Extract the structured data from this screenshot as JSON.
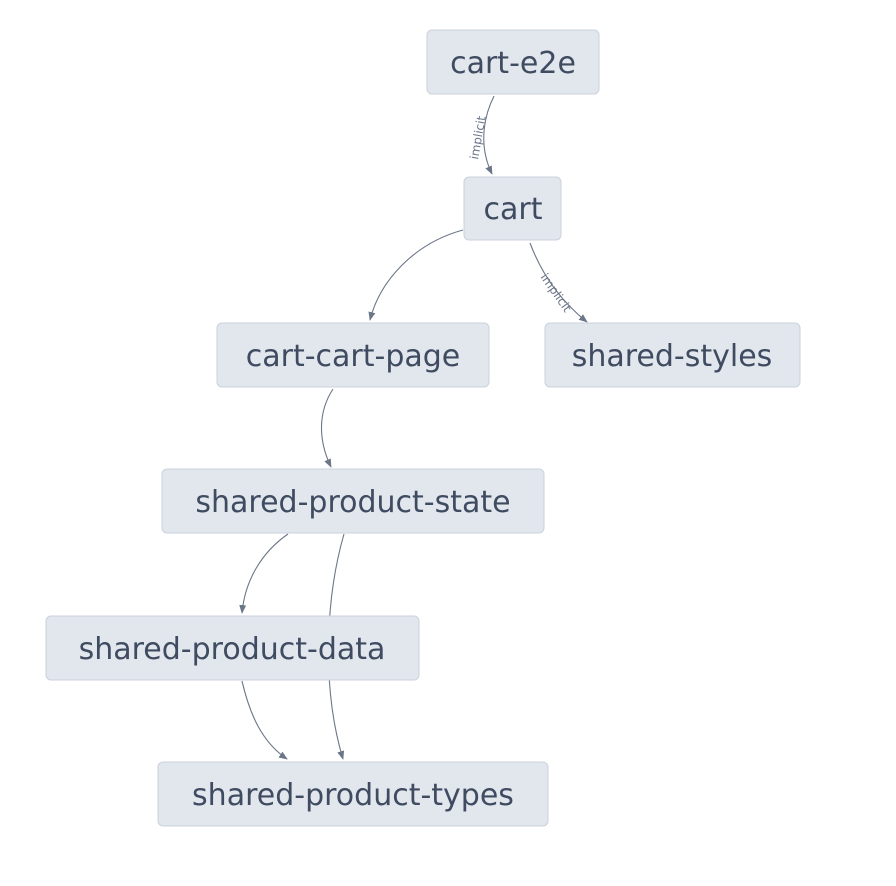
{
  "graph": {
    "nodes": {
      "cart_e2e": "cart-e2e",
      "cart": "cart",
      "cart_cart_page": "cart-cart-page",
      "shared_styles": "shared-styles",
      "shared_product_state": "shared-product-state",
      "shared_product_data": "shared-product-data",
      "shared_product_types": "shared-product-types"
    },
    "edges": [
      {
        "from": "cart-e2e",
        "to": "cart",
        "label": "implicit"
      },
      {
        "from": "cart",
        "to": "cart-cart-page",
        "label": ""
      },
      {
        "from": "cart",
        "to": "shared-styles",
        "label": "implicit"
      },
      {
        "from": "cart-cart-page",
        "to": "shared-product-state",
        "label": ""
      },
      {
        "from": "shared-product-state",
        "to": "shared-product-data",
        "label": ""
      },
      {
        "from": "shared-product-state",
        "to": "shared-product-types",
        "label": ""
      },
      {
        "from": "shared-product-data",
        "to": "shared-product-types",
        "label": ""
      }
    ],
    "colors": {
      "node_fill": "#e2e6ed",
      "node_border": "#cbd2dc",
      "node_text": "#3f4b60",
      "edge": "#6b7688"
    }
  }
}
